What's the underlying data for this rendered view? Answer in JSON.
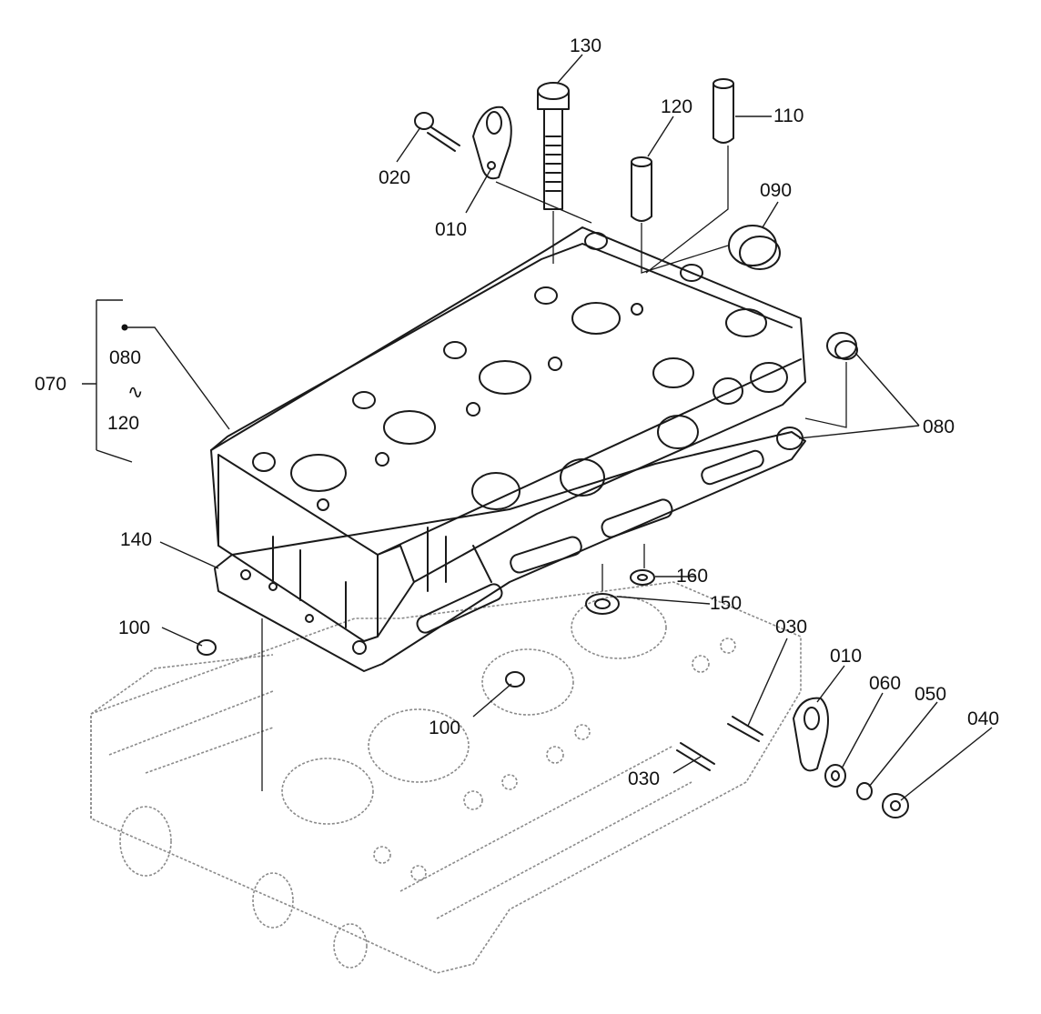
{
  "callouts": {
    "c130": "130",
    "c120_top": "120",
    "c110": "110",
    "c020": "020",
    "c010_top": "010",
    "c090": "090",
    "c080_right": "080",
    "c070": "070",
    "c080_range": "080",
    "c_range_sep": "∿",
    "c120_range": "120",
    "c140": "140",
    "c160": "160",
    "c150": "150",
    "c100_left": "100",
    "c100_center": "100",
    "c030_upper": "030",
    "c030_lower": "030",
    "c010_right": "010",
    "c060": "060",
    "c050": "050",
    "c040": "040"
  }
}
